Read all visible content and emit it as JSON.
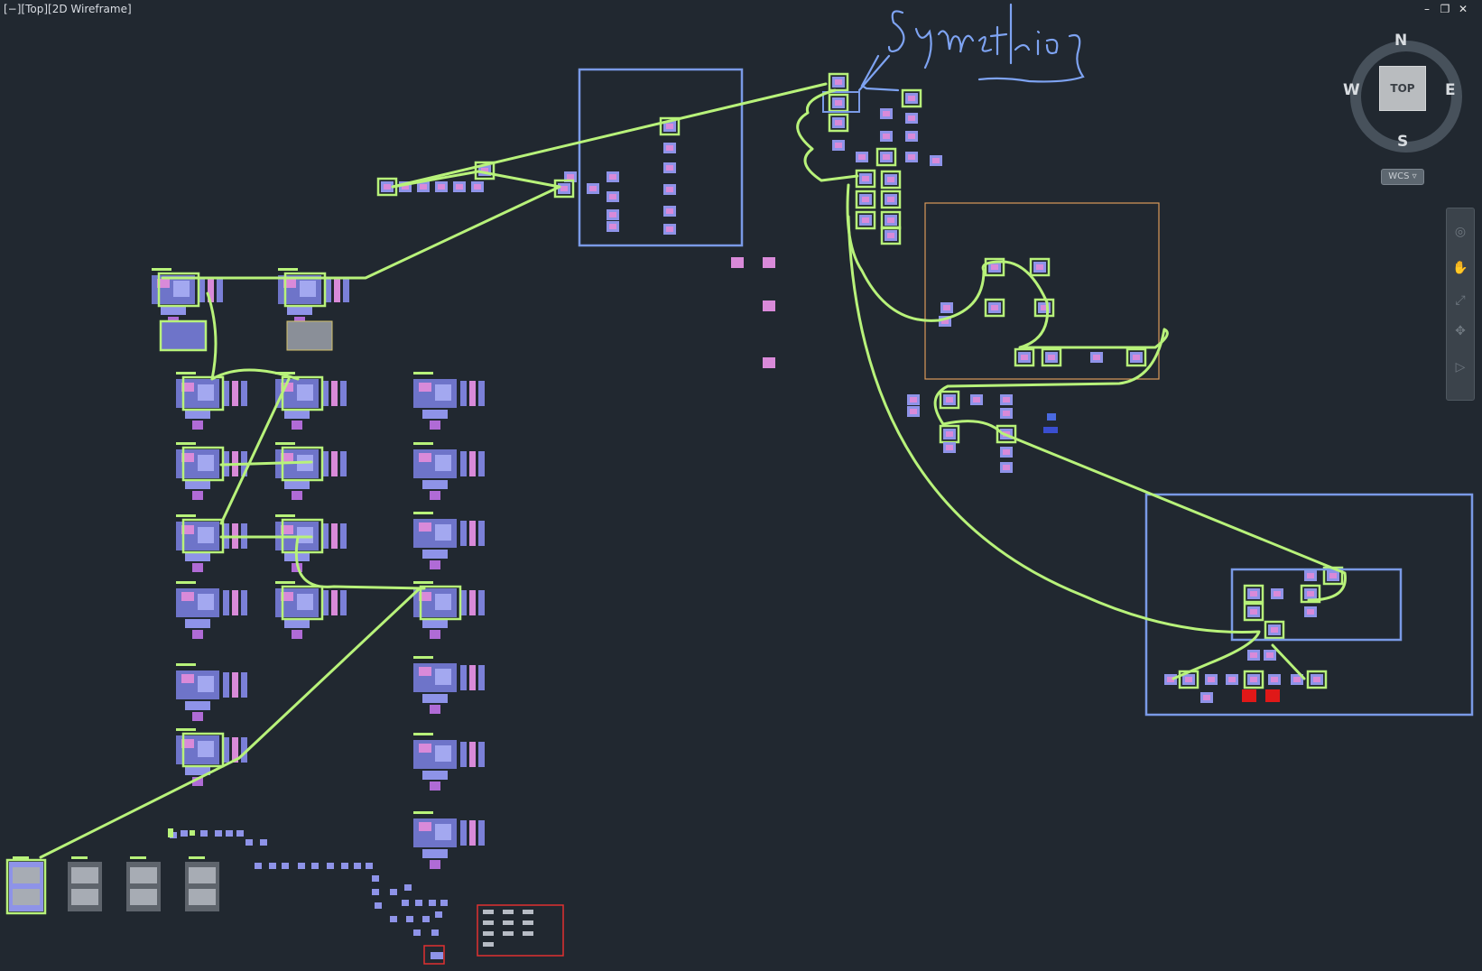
{
  "viewport": {
    "label": "[−][Top][2D Wireframe]",
    "window_controls": [
      "–",
      "❐",
      "✕"
    ]
  },
  "annotation": {
    "text": "Symmetrie",
    "color": "#7ea3f2"
  },
  "viewcube": {
    "face": "TOP",
    "north": "N",
    "south": "S",
    "east": "E",
    "west": "W",
    "wcs_label": "WCS ▿"
  },
  "navbar": {
    "tools": [
      "steering-wheel-icon",
      "pan-icon",
      "zoom-icon",
      "orbit-icon",
      "showmotion-icon"
    ]
  },
  "colors": {
    "background": "#212830",
    "highlight": "#b8f27a",
    "frame_blue": "#7a9ae6",
    "frame_orange": "#d99a5a",
    "frame_red": "#e03030",
    "block": "#8e93e8",
    "block_pink": "#d98ad9"
  }
}
